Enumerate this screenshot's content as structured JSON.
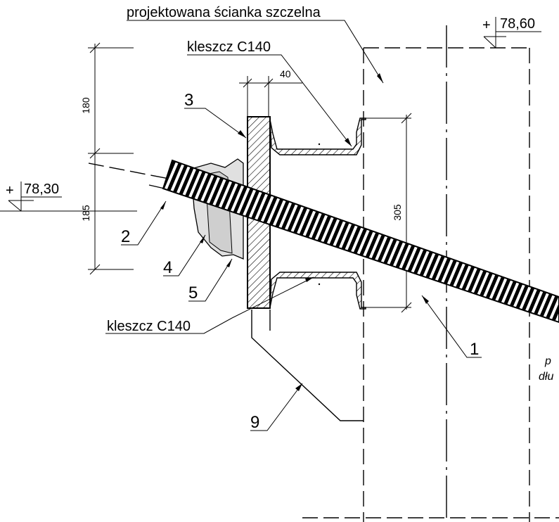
{
  "labels": {
    "wall": "projektowana ścianka szczelna",
    "clamp_top": "kleszcz C140",
    "clamp_bottom": "kleszcz C140",
    "elev_top": "78,60",
    "elev_left": "78,30",
    "elev_sign": "+",
    "dim_180": "180",
    "dim_185": "185",
    "dim_305": "305",
    "dim_40": "40",
    "n1": "1",
    "n2": "2",
    "n3": "3",
    "n4": "4",
    "n5": "5",
    "n9": "9",
    "frag_a": "p",
    "frag_b": "dłu"
  }
}
